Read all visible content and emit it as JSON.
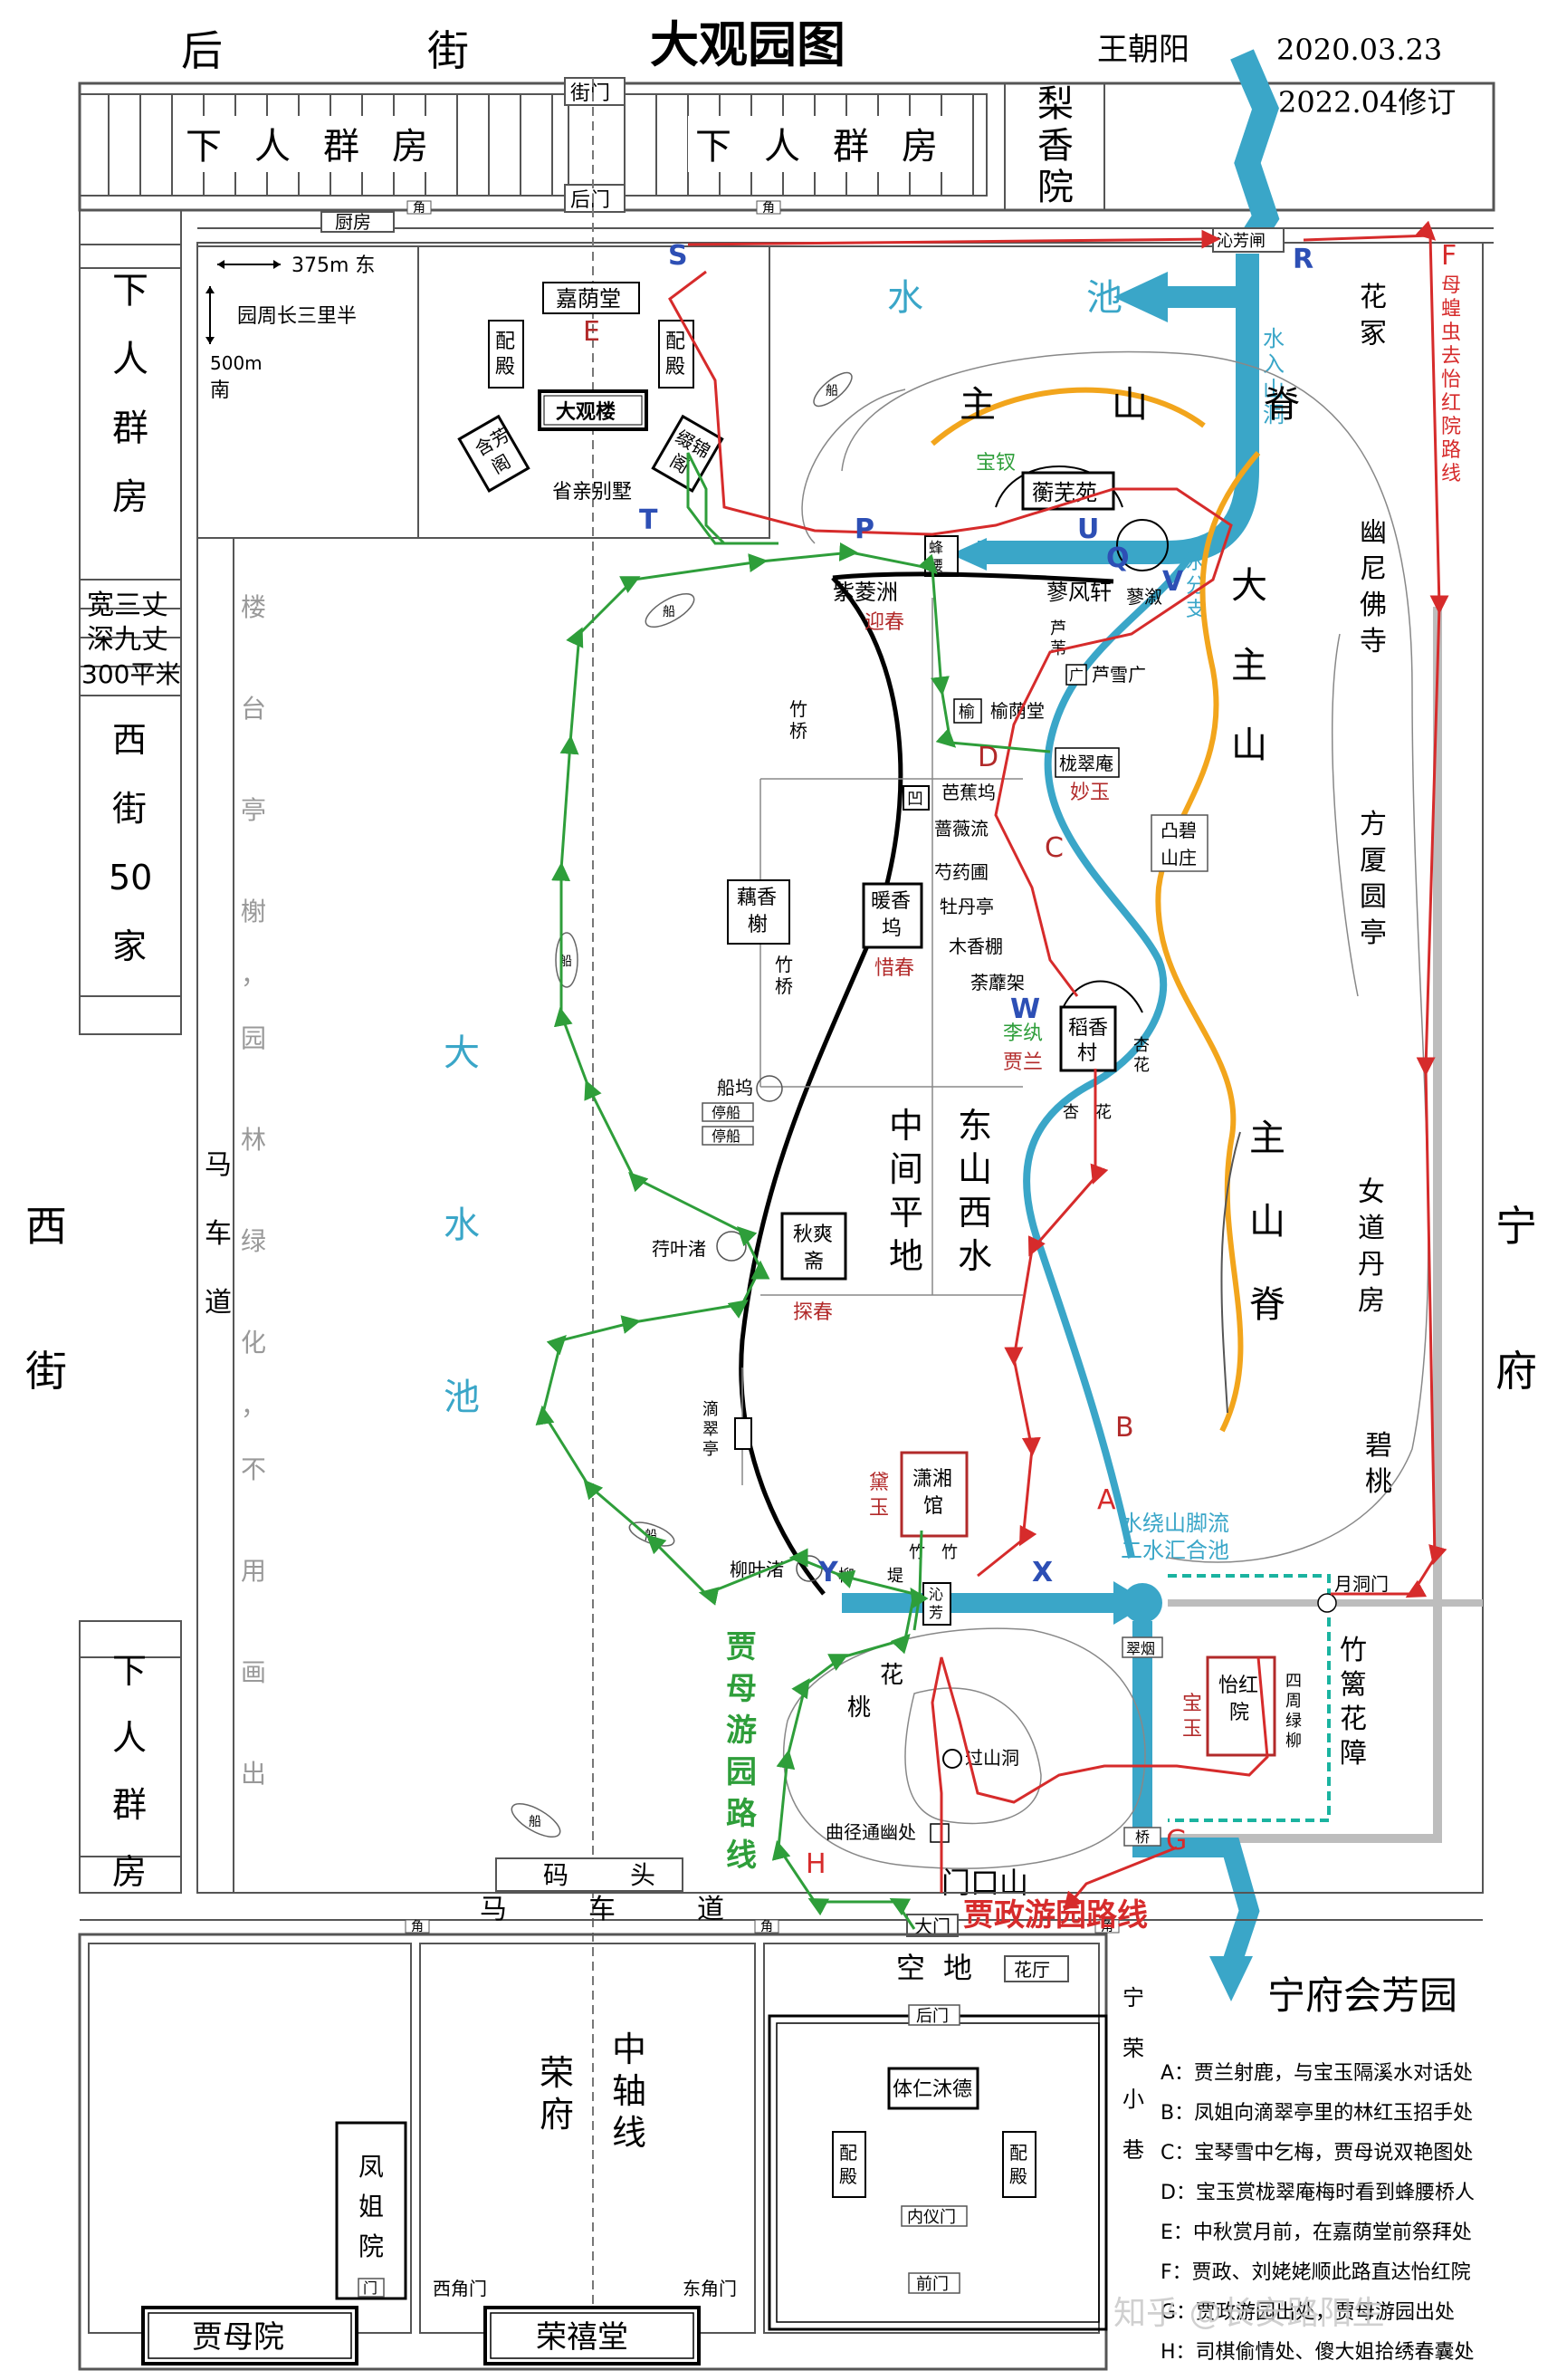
{
  "header": {
    "title": "大观园图",
    "author": "王朝阳",
    "date": "2020.03.23",
    "revision": "2022.04修订",
    "north_street": "后　街",
    "west_street": "西　街",
    "east_mansion": "宁　府"
  },
  "compass": {
    "east": "375m 东",
    "circumference": "园周长三里半",
    "south_m": "500m",
    "south": "南"
  },
  "labels": {
    "servants_rooms": "下人群房",
    "lixiang": "梨香院",
    "kitchen": "厨房",
    "jiaoshi": "角",
    "street_gate": "街门",
    "back_gate": "后门",
    "qinfang_zha": "沁芳闸",
    "west_info": [
      "宽三丈",
      "深九丈",
      "300平米"
    ],
    "west_50": [
      "西",
      "街",
      "50",
      "家"
    ],
    "jiayin_tang": "嘉荫堂",
    "peidian": "配殿",
    "daguan_lou": "大观楼",
    "hanfang_ge": "含芳阁",
    "zhuijin_ge": "缀锦阁",
    "xingqin_bieshu": "省亲别墅",
    "water_pool": "水　池",
    "water_in": "水入山洞",
    "main_ridge_n": "主　山　脊",
    "main_ridge_s": "主山脊",
    "da_zhushan": "大主山",
    "hengwu_yuan": "蘅芜苑",
    "fengyao_qiao": "蜂腰",
    "liaofeng_xuan": "蓼风轩",
    "liaoxu": "蓼溆",
    "water_branch": "水分支",
    "zilingzhou": "紫菱洲",
    "yingchun": "迎春",
    "luwei": "芦苇",
    "luxue_guang": "芦雪广",
    "guang": "广",
    "yu": "榆",
    "yuyin_tang": "榆荫堂",
    "longcui_an": "栊翠庵",
    "miaoyu": "妙玉",
    "au": "凹",
    "tubi_shanzhuang": "凸碧山庄",
    "flowers": [
      "芭蕉坞",
      "蔷薇流",
      "芍药圃",
      "牡丹亭",
      "木香棚",
      "荼蘼架"
    ],
    "zhuqiao": "竹桥",
    "ouxiang_xie": "藕香榭",
    "nuanxiang_wu": "暖香坞",
    "xichun": "惜春",
    "loutai": "楼台亭榭，园林绿化，不用画出",
    "big_pool": "大水池",
    "chuanwu": "船坞",
    "tingchuan": "停船",
    "middle_plain": "中间平地",
    "east_mountain": "东山西水",
    "daoxiang_cun": "稻香村",
    "li_wan": "李纨",
    "jia_lan": "贾兰",
    "xinghua": "杏花",
    "qiushuang_zhai": "秋爽斋",
    "tanchun": "探春",
    "xingye_zhu": "荇叶渚",
    "dicui_ting": "滴翠亭",
    "xiaoxiang_guan": "潇湘馆",
    "daiyu": "黛玉",
    "zhu": "竹",
    "liuye_zhu": "柳叶渚",
    "liudi": "柳堤",
    "qinfang": "沁芳",
    "water_merge": "水绕山脚流二水汇合池",
    "huazhong": "花冢",
    "youni_fosi": "幽尼佛寺",
    "fangxia_yuanting": "方厦圆亭",
    "nudao_danfang": "女道丹房",
    "bitao": "碧桃",
    "yuedong_men": "月洞门",
    "zhuli_huazhang": "竹篱花障",
    "cuiyan": "翠烟",
    "yihong_yuan": "怡红院",
    "baoyu": "宝玉",
    "sizhou_lvliu": "四周绿柳",
    "qiao": "桥",
    "huatao": "花桃",
    "guoshan_dong": "过山洞",
    "qujing_tongyou": "曲径通幽处",
    "menkou_shan": "门口山",
    "matou": "码　头",
    "mache_dao_s": "马　车　道",
    "mache_dao_w": "马车道",
    "damen": "大门",
    "kongdi": "空地",
    "huating": "花厅",
    "ningfu_huifang": "宁府会芳园",
    "rongfu": "荣府",
    "zhongzhou": "中轴线",
    "ningrong_xiang": "宁荣小巷",
    "houmen2": "后门",
    "tiren_mude": "体仁沐德",
    "neiyi_men": "内仪门",
    "qianmen": "前门",
    "fengjie_yuan": "凤姐院",
    "men": "门",
    "xijiao_men": "西角门",
    "dongjiao_men": "东角门",
    "jiamu_yuan": "贾母院",
    "rongxi_tang": "荣禧堂",
    "boat": "船",
    "ximu": "母蝗虫去怡红院路线",
    "jiamu_route": "贾母游园路线",
    "jiazheng_route": "贾政游园路线",
    "watermark": "知乎 @长安路阳生"
  },
  "route_letters": {
    "A": "A",
    "B": "B",
    "C": "C",
    "D": "D",
    "E": "E",
    "F": "F",
    "G": "G",
    "H": "H",
    "P": "P",
    "Q": "Q",
    "R": "R",
    "S": "S",
    "T": "T",
    "U": "U",
    "V": "V",
    "W": "W",
    "X": "X",
    "Y": "Y"
  },
  "legend": [
    "A：贾兰射鹿，与宝玉隔溪水对话处",
    "B：凤姐向滴翠亭里的林红玉招手处",
    "C：宝琴雪中乞梅，贾母说双艳图处",
    "D：宝玉赏栊翠庵梅时看到蜂腰桥人",
    "E：中秋赏月前，在嘉荫堂前祭拜处",
    "F：贾政、刘姥姥顺此路直达怡红院",
    "G：贾政游园出处，贾母游园出处",
    "H：司棋偷情处、傻大姐拾绣春囊处"
  ],
  "colors": {
    "water": "#3aa6c8",
    "ridge": "#f2a51c",
    "red_route": "#d62b2b",
    "green_route": "#2e9e3a",
    "letter_blue": "#2d4fb5",
    "name_red": "#b22a2a",
    "wall_gray": "#bdbdbd"
  }
}
